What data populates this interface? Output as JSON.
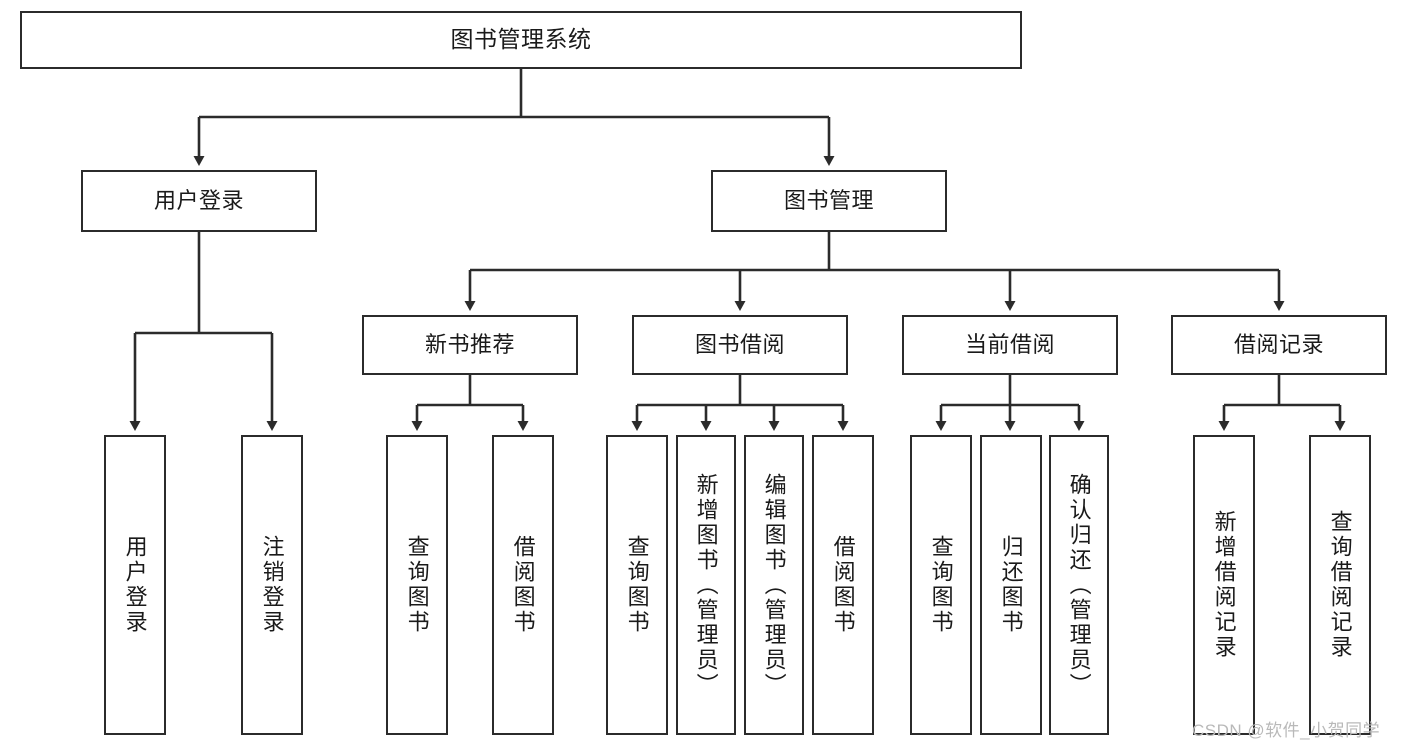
{
  "diagram": {
    "title": "图书管理系统",
    "type": "tree",
    "orientation": "top-down",
    "colors": {
      "node_border": "#2b2b2b",
      "node_fill": "#ffffff",
      "edge": "#2b2b2b",
      "text": "#1a1a1a",
      "watermark": "#b9b9b9",
      "background": "#ffffff"
    },
    "watermark": "CSDN @软件_小贺同学",
    "nodes": {
      "root": {
        "label": "图书管理系统",
        "level": 1
      },
      "level2": [
        {
          "id": "user-login",
          "label": "用户登录"
        },
        {
          "id": "book-manage",
          "label": "图书管理"
        }
      ],
      "level3": [
        {
          "id": "new-book-recommend",
          "label": "新书推荐"
        },
        {
          "id": "book-borrow",
          "label": "图书借阅"
        },
        {
          "id": "current-borrow",
          "label": "当前借阅"
        },
        {
          "id": "borrow-record",
          "label": "借阅记录"
        }
      ],
      "leaves": {
        "user-login": [
          {
            "id": "leaf-user-login",
            "label": "用户登录"
          },
          {
            "id": "leaf-user-logout",
            "label": "注销登录"
          }
        ],
        "new-book-recommend": [
          {
            "id": "leaf-query-book-1",
            "label": "查询图书"
          },
          {
            "id": "leaf-borrow-book-1",
            "label": "借阅图书"
          }
        ],
        "book-borrow": [
          {
            "id": "leaf-query-book-2",
            "label": "查询图书"
          },
          {
            "id": "leaf-add-book",
            "label": "新增图书（管理员）"
          },
          {
            "id": "leaf-edit-book",
            "label": "编辑图书（管理员）"
          },
          {
            "id": "leaf-borrow-book-2",
            "label": "借阅图书"
          }
        ],
        "current-borrow": [
          {
            "id": "leaf-query-book-3",
            "label": "查询图书"
          },
          {
            "id": "leaf-return-book",
            "label": "归还图书"
          },
          {
            "id": "leaf-confirm-return",
            "label": "确认归还（管理员）"
          }
        ],
        "borrow-record": [
          {
            "id": "leaf-add-record",
            "label": "新增借阅记录"
          },
          {
            "id": "leaf-query-record",
            "label": "查询借阅记录"
          }
        ]
      }
    }
  }
}
